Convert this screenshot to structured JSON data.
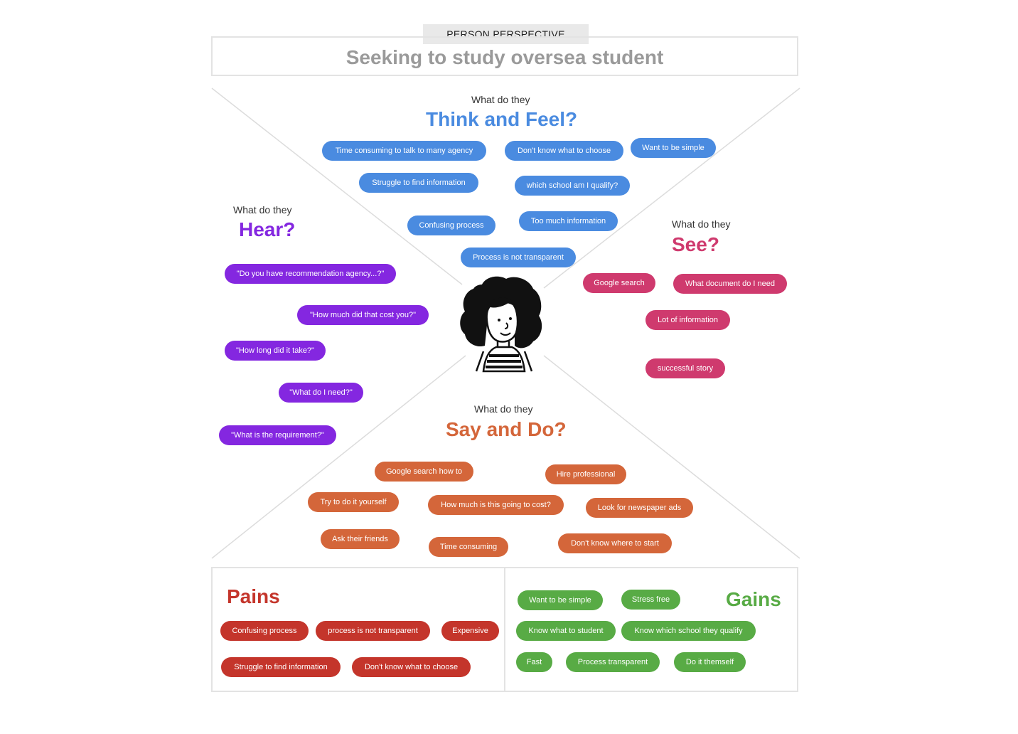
{
  "header": {
    "tag": "PERSON PERSPECTIVE",
    "title": "Seeking to study oversea student"
  },
  "think_feel": {
    "sub": "What do they",
    "head": "Think and Feel?",
    "color": "#4a8be0",
    "items": [
      "Time consuming to talk to many agency",
      "Don't know what to choose",
      "Want to be simple",
      "Struggle to find information",
      "which school am I qualify?",
      "Confusing process",
      "Too much information",
      "Process is not transparent"
    ]
  },
  "hear": {
    "sub": "What do they",
    "head": "Hear?",
    "color": "#8427e0",
    "items": [
      "\"Do you have recommendation agency...?\"",
      "\"How much did that cost you?\"",
      "\"How long did it take?\"",
      "\"What do I need?\"",
      "\"What is the requirement?\""
    ]
  },
  "see": {
    "sub": "What do they",
    "head": "See?",
    "color": "#cf3a6e",
    "items": [
      "Google search",
      "What document do I need",
      "Lot of information",
      "successful story"
    ]
  },
  "say_do": {
    "sub": "What do they",
    "head": "Say and Do?",
    "color": "#d4663a",
    "items": [
      "Google search how to",
      "Hire professional",
      "Try to do it yourself",
      "How much is this going to cost?",
      "Look for newspaper ads",
      "Ask their friends",
      "Time consuming",
      "Don't know where to start"
    ]
  },
  "pains": {
    "head": "Pains",
    "color": "#c4352b",
    "items": [
      "Confusing process",
      "process is not transparent",
      "Expensive",
      "Struggle to find information",
      "Don't know what to choose"
    ]
  },
  "gains": {
    "head": "Gains",
    "color": "#58ab45",
    "items": [
      "Want to be simple",
      "Stress free",
      "Know what to student",
      "Know which school they qualify",
      "Fast",
      "Process transparent",
      "Do it themself"
    ]
  },
  "icons": {
    "avatar": "person-avatar-icon"
  }
}
